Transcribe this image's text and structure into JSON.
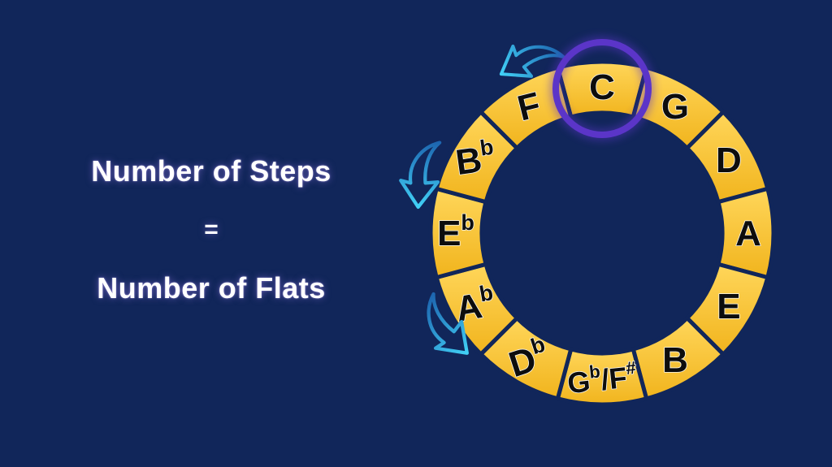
{
  "caption": {
    "line1": "Number of Steps",
    "equals": "=",
    "line2": "Number of Flats"
  },
  "wheel": {
    "title": "circle-of-fifths",
    "notes": [
      {
        "name": "C",
        "parts": [
          {
            "t": "C"
          }
        ]
      },
      {
        "name": "G",
        "parts": [
          {
            "t": "G"
          }
        ]
      },
      {
        "name": "D",
        "parts": [
          {
            "t": "D"
          }
        ]
      },
      {
        "name": "A",
        "parts": [
          {
            "t": "A"
          }
        ]
      },
      {
        "name": "E",
        "parts": [
          {
            "t": "E"
          }
        ]
      },
      {
        "name": "B",
        "parts": [
          {
            "t": "B"
          }
        ]
      },
      {
        "name": "Gb/F#",
        "parts": [
          {
            "t": "G"
          },
          {
            "t": "b",
            "sup": true
          },
          {
            "t": "/F"
          },
          {
            "t": "#",
            "sup": true
          }
        ],
        "size": 36,
        "tilt": -6
      },
      {
        "name": "Db",
        "parts": [
          {
            "t": "D"
          },
          {
            "t": "b",
            "sup": true
          }
        ],
        "tilt": -18
      },
      {
        "name": "Ab",
        "parts": [
          {
            "t": "A"
          },
          {
            "t": "b",
            "sup": true
          }
        ],
        "tilt": -10
      },
      {
        "name": "Eb",
        "parts": [
          {
            "t": "E"
          },
          {
            "t": "b",
            "sup": true
          }
        ]
      },
      {
        "name": "Bb",
        "parts": [
          {
            "t": "B"
          },
          {
            "t": "b",
            "sup": true
          }
        ],
        "tilt": -8
      },
      {
        "name": "F",
        "parts": [
          {
            "t": "F"
          }
        ],
        "tilt": -14
      }
    ],
    "highlight": {
      "note": "C"
    }
  },
  "arrows": [
    {
      "name": "counterclockwise-arrow-top"
    },
    {
      "name": "counterclockwise-arrow-left"
    },
    {
      "name": "counterclockwise-arrow-bottom-left"
    }
  ],
  "colors": {
    "background": "#11265a",
    "gold_light": "#ffd65a",
    "gold_dark": "#f1b41d",
    "divider": "#11265a",
    "purple": "#5b35c8",
    "arrow_blue_dark": "#1d66b0",
    "arrow_cyan": "#41d0f6",
    "note_text": "#0d0d0d",
    "note_outline": "#f7f6f0",
    "heading_text": "#ffffff"
  }
}
